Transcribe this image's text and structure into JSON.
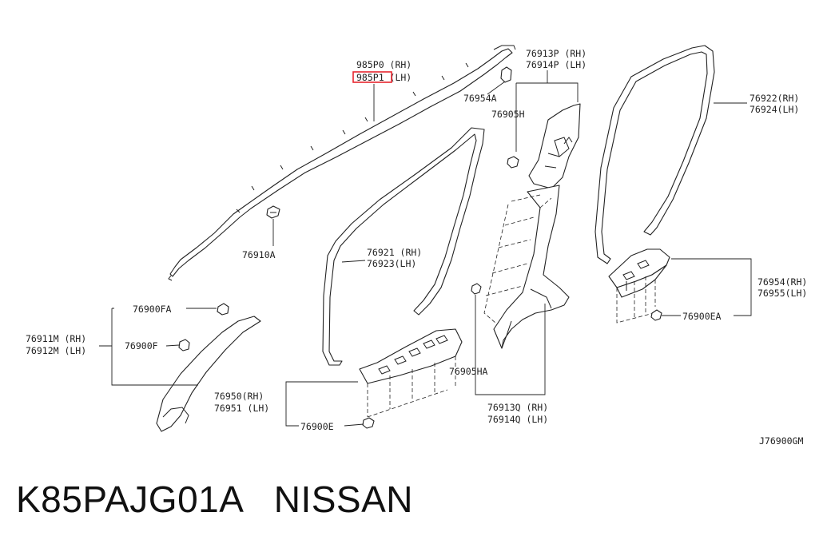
{
  "diagram_code": "J76900GM",
  "catalog_caption": "K85PAJG01A   NISSAN",
  "highlight_color": "#e8262f",
  "callouts": {
    "c985p0_rh": "985P0 (RH)",
    "c985p1_lh": "985P1 (LH)",
    "c76913p_rh": "76913P (RH)",
    "c76914p_lh": "76914P (LH)",
    "c76954a": "76954A",
    "c76905h": "76905H",
    "c76922_rh": "76922(RH)",
    "c76924_lh": "76924(LH)",
    "c76910a": "76910A",
    "c76921_rh": "76921 (RH)",
    "c76923_lh": "76923(LH)",
    "c76954_rh": "76954(RH)",
    "c76955_lh": "76955(LH)",
    "c76900ea": "76900EA",
    "c76900fa": "76900FA",
    "c76911m_rh": "76911M (RH)",
    "c76912m_lh": "76912M (LH)",
    "c76900f": "76900F",
    "c76905ha": "76905HA",
    "c76950_rh": "76950(RH)",
    "c76951_lh": "76951 (LH)",
    "c76900e": "76900E",
    "c76913q_rh": "76913Q (RH)",
    "c76914q_lh": "76914Q (LH)"
  }
}
